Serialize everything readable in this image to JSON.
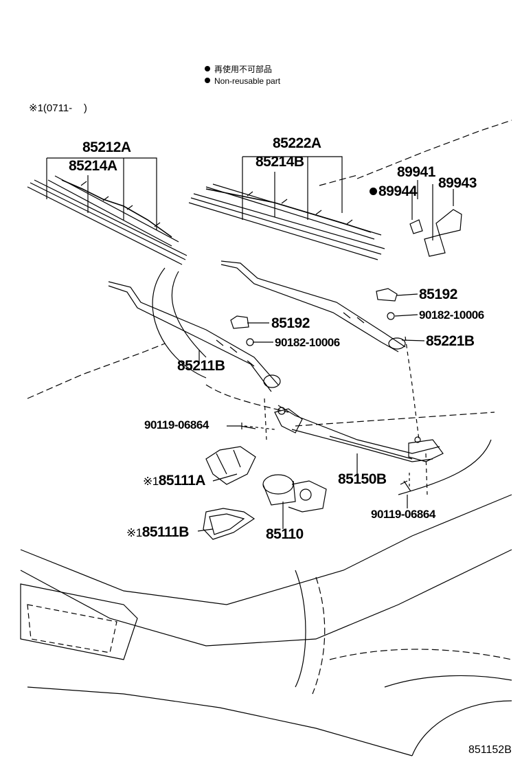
{
  "legend": {
    "jp": "再使用不可部品",
    "en": "Non-reusable part"
  },
  "note": {
    "mark": "※1",
    "text": "(0711-    )"
  },
  "parts": {
    "p85212A": "85212A",
    "p85214A": "85214A",
    "p85222A": "85222A",
    "p85214B": "85214B",
    "p89941": "89941",
    "p89944": "89944",
    "p89943": "89943",
    "p85192_right": "85192",
    "p90182_right": "90182-10006",
    "p85221B": "85221B",
    "p85192_left": "85192",
    "p90182_left": "90182-10006",
    "p85211B": "85211B",
    "p90119_left": "90119-06864",
    "p85111A": "85111A",
    "p85150B": "85150B",
    "p85111B": "85111B",
    "p85110": "85110",
    "p90119_right": "90119-06864"
  },
  "marks": {
    "m1": "※1",
    "m2": "※1"
  },
  "ref_code": "851152B"
}
